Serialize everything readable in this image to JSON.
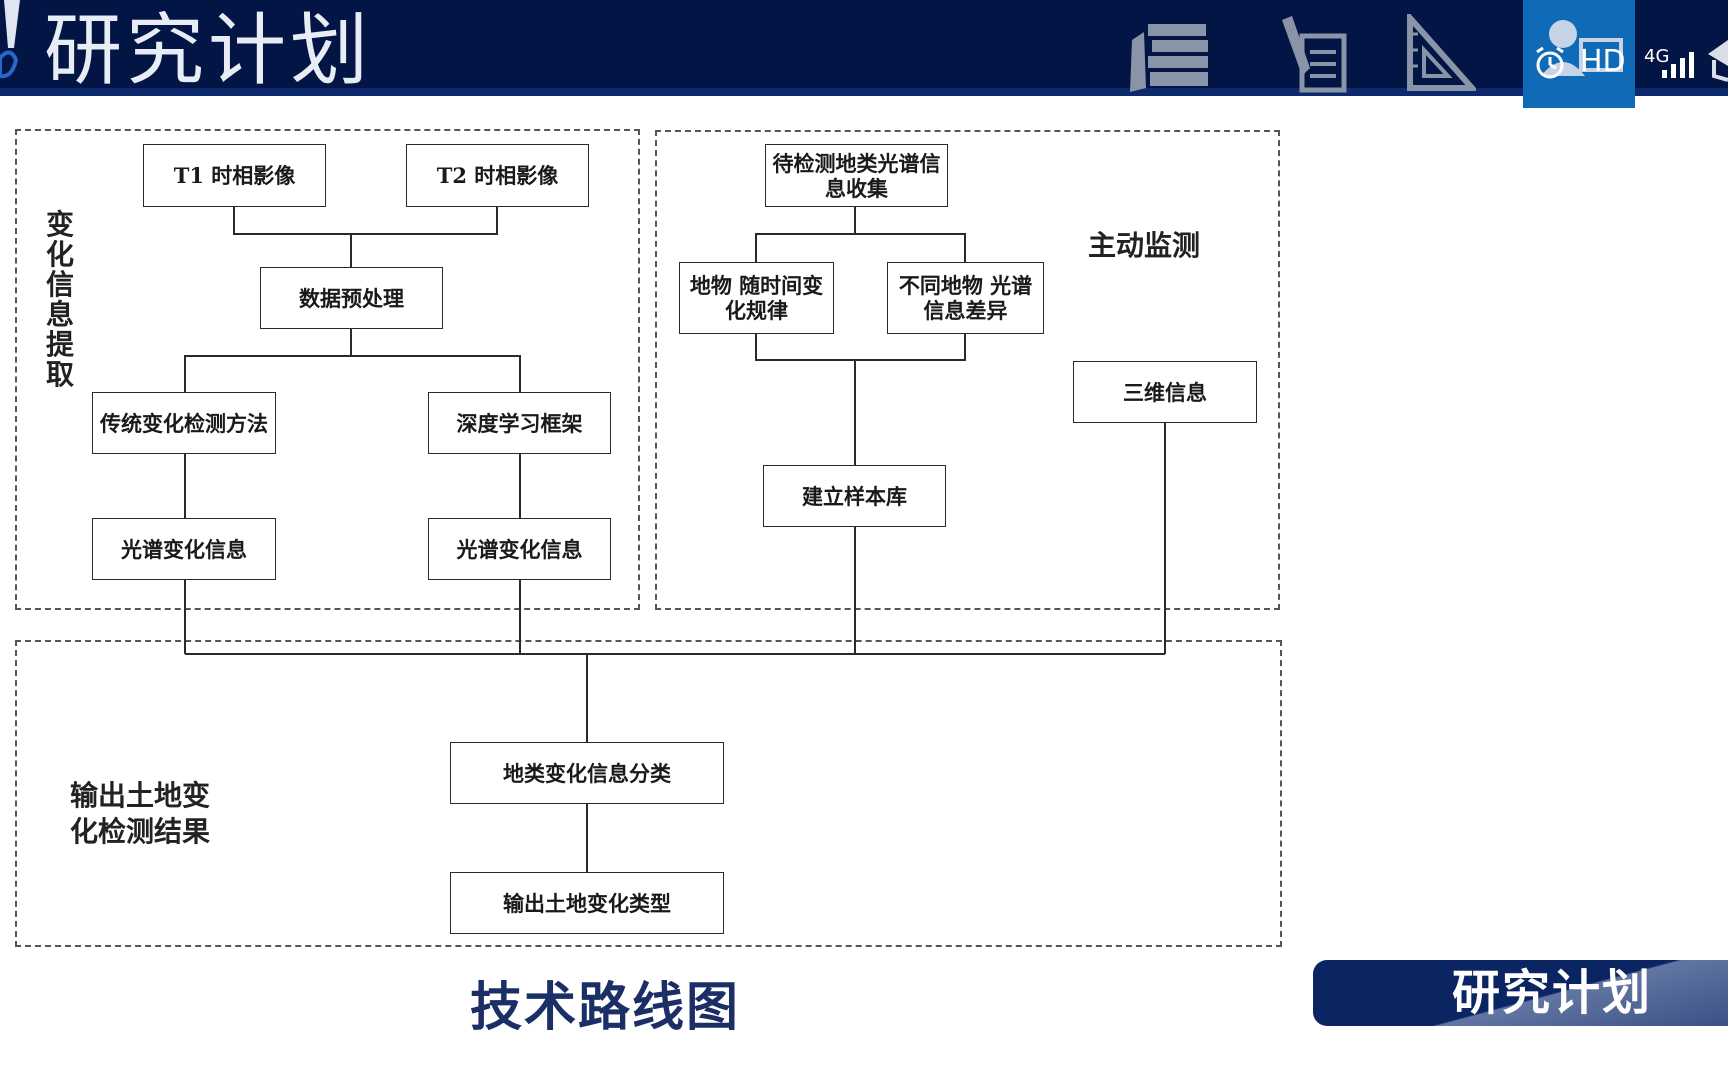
{
  "header": {
    "title": "研究计划",
    "status": {
      "hd": "HD",
      "network": "4G"
    }
  },
  "diagram": {
    "section_labels": {
      "change_extraction": "变化信息提取",
      "active_monitoring": "主动监测",
      "output": "输出土地变\n化检测结果"
    },
    "nodes": {
      "t1": "T1 时相影像",
      "t2": "T2 时相影像",
      "preprocess": "数据预处理",
      "traditional": "传统变化检测方法",
      "deep": "深度学习框架",
      "spectral_left": "光谱变化信息",
      "spectral_right": "光谱变化信息",
      "collect": "待检测地类光谱信\n息收集",
      "temporal": "地物 随时间变\n化规律",
      "difference": "不同地物 光谱\n信息差异",
      "sample": "建立样本库",
      "threed": "三维信息",
      "classify": "地类变化信息分类",
      "output_type": "输出土地变化类型"
    }
  },
  "caption": "技术路线图",
  "banner": "研究计划",
  "colors": {
    "header_bg": "#021544",
    "active_tab": "#0f6bb8",
    "caption": "#1b2f66",
    "banner_bg": "#0b2462"
  }
}
